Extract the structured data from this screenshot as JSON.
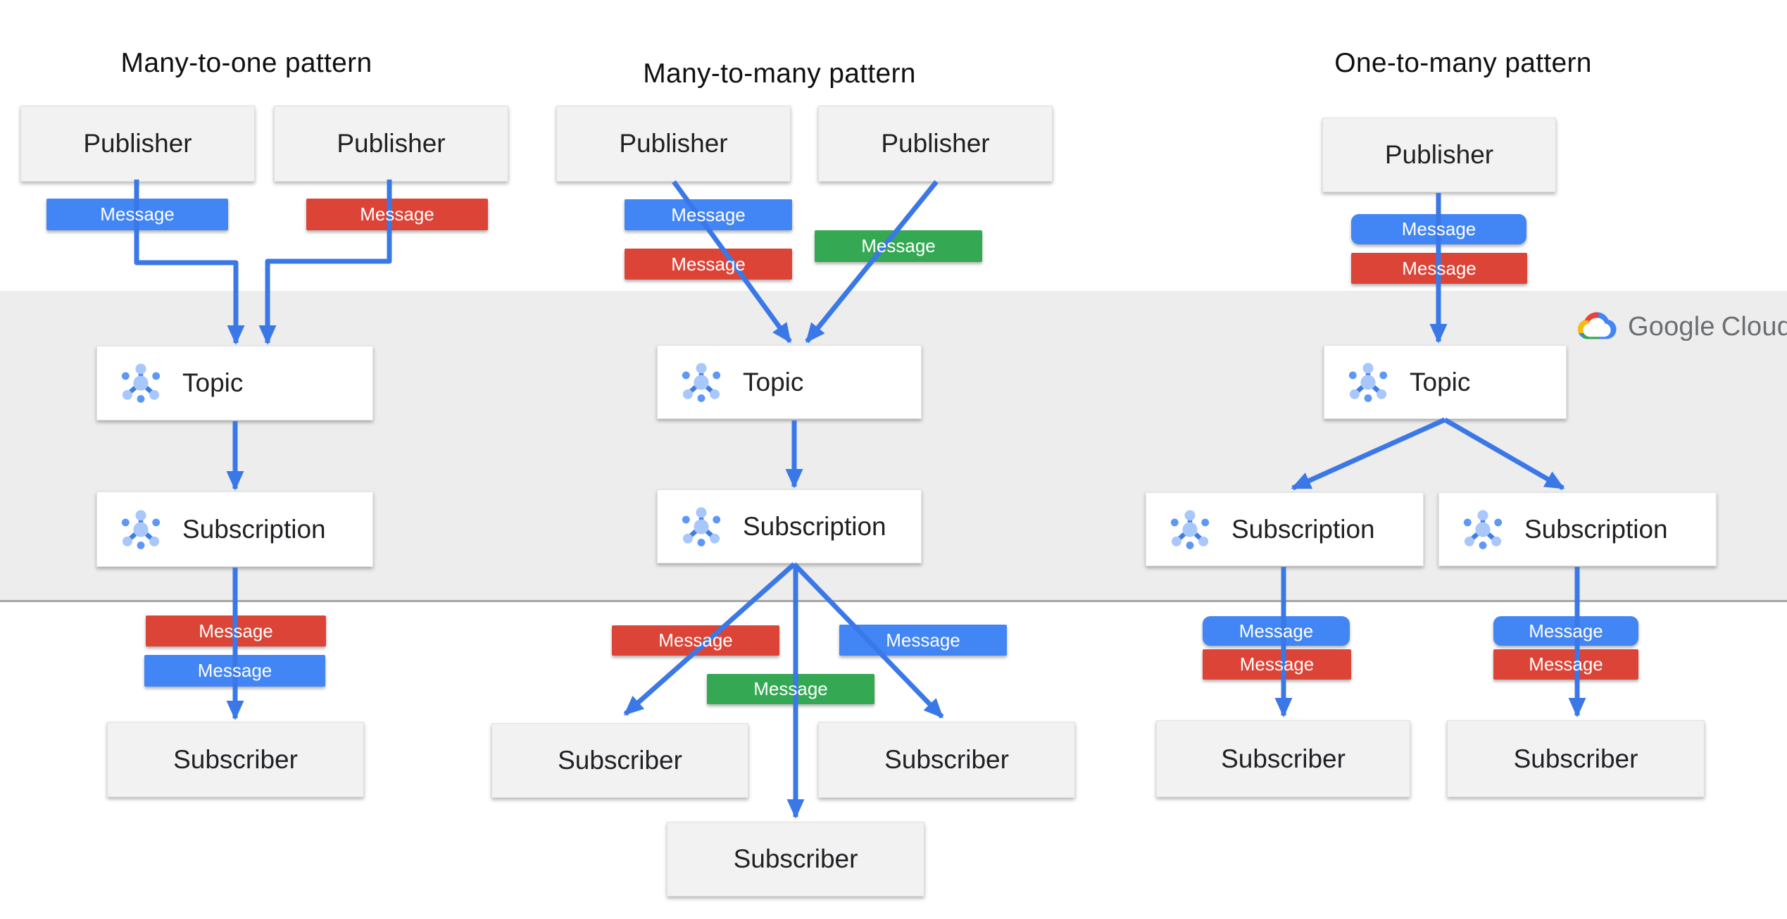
{
  "labels": {
    "publisher": "Publisher",
    "topic": "Topic",
    "subscription": "Subscription",
    "subscriber": "Subscriber",
    "message": "Message"
  },
  "brand": {
    "icon": "google-cloud-logo",
    "text_google": "Google",
    "text_cloud": "Cloud"
  },
  "patterns": [
    {
      "title": "Many-to-one pattern",
      "publishers": 2,
      "topics": 1,
      "subscriptions": 1,
      "subscribers": 1,
      "messages_above_topic": [
        "blue",
        "red"
      ],
      "messages_below_subscription": [
        "red",
        "blue"
      ]
    },
    {
      "title": "Many-to-many  pattern",
      "publishers": 2,
      "topics": 1,
      "subscriptions": 1,
      "subscribers": 3,
      "messages_above_topic": [
        "blue",
        "red",
        "green"
      ],
      "messages_below_subscription": [
        "red",
        "green",
        "blue"
      ]
    },
    {
      "title": "One-to-many pattern",
      "publishers": 1,
      "topics": 1,
      "subscriptions": 2,
      "subscribers": 2,
      "messages_above_topic": [
        "blue",
        "red"
      ],
      "messages_below_subscription": [
        "blue",
        "red",
        "blue",
        "red"
      ]
    }
  ],
  "colors": {
    "message_blue": "#4285F4",
    "message_red": "#DB4437",
    "message_green": "#34A853",
    "arrow_blue": "#3B78E7",
    "band_gray": "#EDEDED",
    "box_gray": "#F2F2F2",
    "box_white": "#FFFFFF",
    "text_dark": "#202124",
    "logo_gray": "#6B6E71",
    "icon_light_blue": "#A8C7FA",
    "icon_medium_blue": "#5E97F6",
    "icon_stem_blue": "#3E7DE2"
  }
}
